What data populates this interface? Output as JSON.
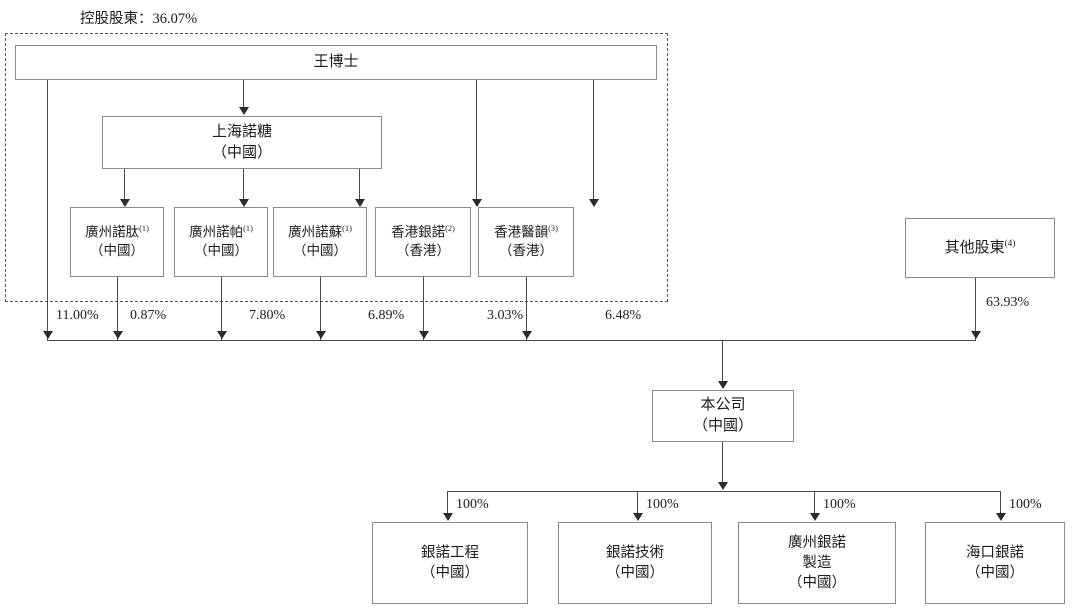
{
  "diagram": {
    "title": "控股股東：36.07%",
    "type": "shareholding-structure-chart",
    "language": "zh-Hant"
  },
  "controlling_group": {
    "label": "控股股東",
    "percent": "36.07%"
  },
  "nodes": {
    "founder": {
      "name": "王博士",
      "jurisdiction": ""
    },
    "shanghai": {
      "name": "上海諾糖",
      "jurisdiction": "（中國）"
    },
    "entities": [
      {
        "name": "廣州諾肽",
        "note": "(1)",
        "jurisdiction": "（中國）",
        "percent": "0.87%"
      },
      {
        "name": "廣州諾帕",
        "note": "(1)",
        "jurisdiction": "（中國）",
        "percent": "7.80%"
      },
      {
        "name": "廣州諾蘇",
        "note": "(1)",
        "jurisdiction": "（中國）",
        "percent": "6.89%"
      },
      {
        "name": "香港銀諾",
        "note": "(2)",
        "jurisdiction": "（香港）",
        "percent": "3.03%"
      },
      {
        "name": "香港醫韻",
        "note": "(3)",
        "jurisdiction": "（香港）",
        "percent": "6.48%"
      }
    ],
    "founder_direct": {
      "percent": "11.00%"
    },
    "other_shareholders": {
      "name": "其他股東",
      "note": "(4)",
      "percent": "63.93%"
    },
    "company": {
      "name": "本公司",
      "jurisdiction": "（中國）"
    },
    "subsidiaries": [
      {
        "name": "銀諾工程",
        "name2": "",
        "jurisdiction": "（中國）",
        "percent": "100%"
      },
      {
        "name": "銀諾技術",
        "name2": "",
        "jurisdiction": "（中國）",
        "percent": "100%"
      },
      {
        "name": "廣州銀諾",
        "name2": "製造",
        "jurisdiction": "（中國）",
        "percent": "100%"
      },
      {
        "name": "海口銀諾",
        "name2": "",
        "jurisdiction": "（中國）",
        "percent": "100%"
      }
    ]
  },
  "colors": {
    "box_border": "#8a8a8a",
    "connector": "#4a4a4a",
    "dashed_border": "#555555",
    "text": "#1d1d1d",
    "background": "#ffffff"
  }
}
